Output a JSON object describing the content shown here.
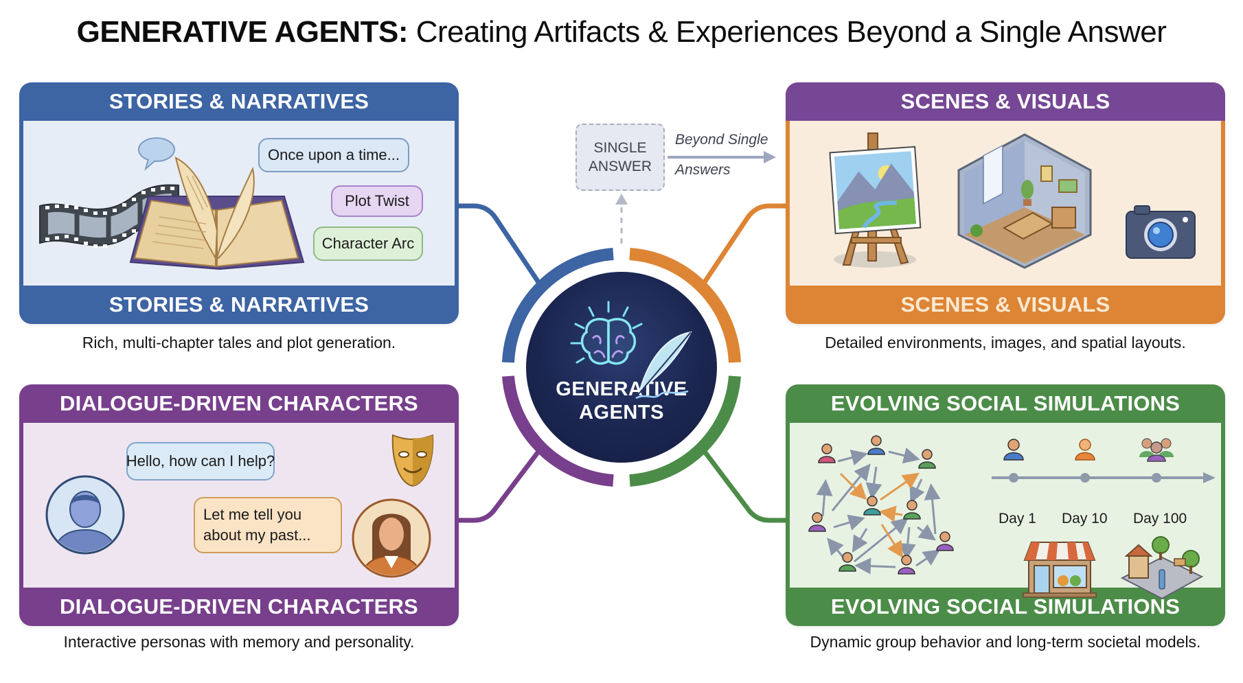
{
  "title": {
    "bold": "GENERATIVE AGENTS:",
    "rest": "Creating Artifacts & Experiences Beyond a Single Answer"
  },
  "hub": {
    "line1": "GENERATIVE",
    "line2": "AGENTS",
    "icons": [
      "brain-icon",
      "quill-icon"
    ]
  },
  "single_answer": {
    "box_line1": "SINGLE",
    "box_line2": "ANSWER",
    "arrow_label_line1": "Beyond Single",
    "arrow_label_line2": "Answers"
  },
  "colors": {
    "stories": "#3d64a3",
    "scenes_header": "#754794",
    "scenes_footer": "#dd8535",
    "dialogue": "#773f8c",
    "social": "#4c8c49",
    "hub": "#1b2650"
  },
  "cards": {
    "stories": {
      "header": "STORIES & NARRATIVES",
      "footer": "STORIES & NARRATIVES",
      "caption": "Rich, multi-chapter tales and plot generation.",
      "bubbles": [
        "Once upon a time...",
        "Plot Twist",
        "Character Arc"
      ],
      "icons": [
        "film-strip-icon",
        "open-book-icon",
        "speech-bubble-icon"
      ]
    },
    "scenes": {
      "header": "SCENES & VISUALS",
      "footer": "SCENES & VISUALS",
      "caption": "Detailed environments, images, and spatial layouts.",
      "icons": [
        "easel-painting-icon",
        "isometric-room-icon",
        "camera-icon"
      ]
    },
    "dialogue": {
      "header": "DIALOGUE-DRIVEN CHARACTERS",
      "footer": "DIALOGUE-DRIVEN CHARACTERS",
      "caption": "Interactive personas with memory and personality.",
      "bubbles": [
        "Hello, how can I help?",
        "Let me tell you about my past..."
      ],
      "icons": [
        "male-avatar-icon",
        "female-avatar-icon",
        "theater-mask-icon"
      ]
    },
    "social": {
      "header": "EVOLVING SOCIAL SIMULATIONS",
      "footer": "EVOLVING SOCIAL SIMULATIONS",
      "caption": "Dynamic group behavior and long-term societal models.",
      "timeline": [
        "Day 1",
        "Day 10",
        "Day 100"
      ],
      "icons": [
        "social-network-icon",
        "storefront-icon",
        "town-square-icon"
      ]
    }
  }
}
